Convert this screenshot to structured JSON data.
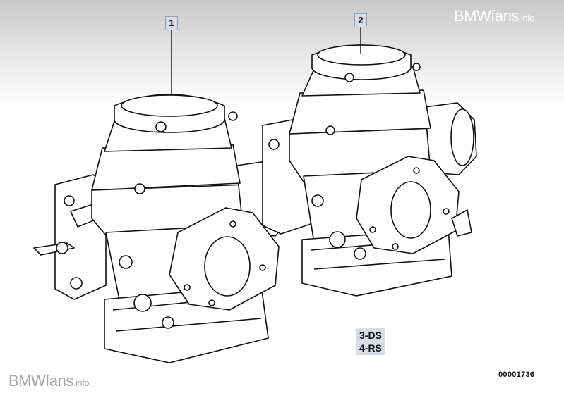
{
  "callouts": {
    "part_1": "1",
    "part_2": "2"
  },
  "variants": {
    "line_1": "3-DS",
    "line_2": "4-RS"
  },
  "part_number": "00001736",
  "watermark": {
    "brand": "BMWfans",
    "suffix": ".info"
  },
  "colors": {
    "line": "#111111",
    "callout_bg": "#d8dce4",
    "header_gradient": "#c8c8c8"
  }
}
